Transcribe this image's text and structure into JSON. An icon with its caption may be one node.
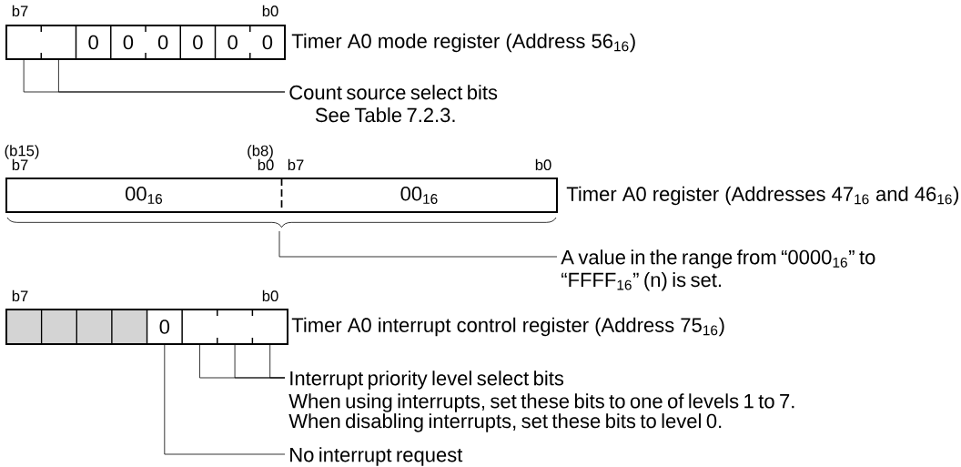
{
  "diagram": {
    "nodes": [
      {
        "text": [
          "Timer A0 mode register (Address 56$_{16}$)"
        ]
      },
      {
        "text": [],
        "shape": "box",
        "in": 0
      },
      {
        "text": [],
        "shape": "box",
        "in": 0
      },
      {
        "text": [
          "0"
        ],
        "in": 0
      },
      {
        "text": [
          "0"
        ],
        "in": 0
      },
      {
        "text": [
          "0"
        ],
        "in": 0
      },
      {
        "text": [
          "0"
        ],
        "in": 0
      },
      {
        "text": [
          "0"
        ],
        "in": 0
      },
      {
        "text": [
          "0"
        ],
        "in": 0
      },
      {
        "text": [
          "Count source select bits",
          "See Table 7.2.3."
        ]
      },
      {
        "text": [
          "Timer A0 register (Addresses 47$_{16}$ and 46$_{16}$)"
        ]
      },
      {
        "text": [
          "00$_{16}$"
        ],
        "in": 10
      },
      {
        "text": [
          "00$_{16}$"
        ],
        "in": 10
      },
      {
        "text": [
          "A value in the range from “0000$_{16}$” to “FFFF$_{16}$” (n) is set."
        ]
      },
      {
        "text": [
          "Timer A0 interrupt control register (Address 75$_{16}$)"
        ]
      },
      {
        "text": [],
        "shape": "box",
        "in": 14
      },
      {
        "text": [],
        "shape": "box",
        "in": 14
      },
      {
        "text": [],
        "shape": "box",
        "in": 14
      },
      {
        "text": [],
        "shape": "box",
        "in": 14
      },
      {
        "text": [
          "0"
        ],
        "in": 14
      },
      {
        "text": [],
        "shape": "box",
        "in": 14
      },
      {
        "text": [],
        "shape": "box",
        "in": 14
      },
      {
        "text": [],
        "shape": "box",
        "in": 14
      },
      {
        "text": [
          "Interrupt priority level select bits",
          "When using interrupts, set these bits to one of levels 1 to 7.",
          "When disabling interrupts, set these bits to level 0."
        ]
      },
      {
        "text": [
          "No interrupt request"
        ]
      }
    ],
    "edges": [
      {
        "from": 9,
        "to": 1,
        "arrow": "none"
      },
      {
        "from": 9,
        "to": 2,
        "arrow": "none"
      },
      {
        "from": 13,
        "to": null,
        "arrow": "none"
      },
      {
        "from": 23,
        "to": 20,
        "arrow": "none"
      },
      {
        "from": 23,
        "to": 21,
        "arrow": "none"
      },
      {
        "from": 23,
        "to": 22,
        "arrow": "none"
      },
      {
        "from": 24,
        "to": 19,
        "arrow": "none"
      }
    ],
    "labels": [
      "b7",
      "b0",
      "(b15)",
      "b7",
      "(b8)",
      "b0",
      "b7",
      "b0",
      "b7",
      "b0"
    ]
  }
}
